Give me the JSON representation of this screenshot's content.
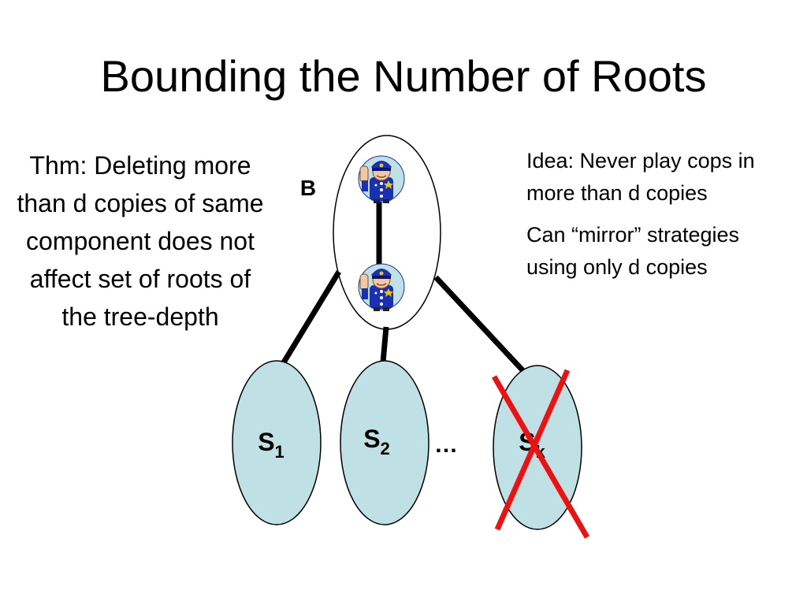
{
  "slide": {
    "title": "Bounding the Number of Roots",
    "theorem": "Thm: Deleting more than d copies of same component does not affect set of roots of the tree-depth",
    "idea_lines": [
      "Idea: Never play cops in more than d copies",
      "Can “mirror” strategies using only d copies"
    ]
  },
  "diagram": {
    "bag_label": "B",
    "components": [
      {
        "main": "S",
        "sub": "1"
      },
      {
        "main": "S",
        "sub": "2"
      },
      {
        "main": "S",
        "sub": "k"
      }
    ],
    "ellipsis": "…",
    "colors": {
      "component_fill": "#bfe1e5",
      "cross": "#ee1111",
      "cop_uniform": "#1a2fb5",
      "cop_badge": "#e7c800"
    },
    "icons": [
      "cop-icon",
      "cop-icon"
    ],
    "crossed_component": "k"
  }
}
